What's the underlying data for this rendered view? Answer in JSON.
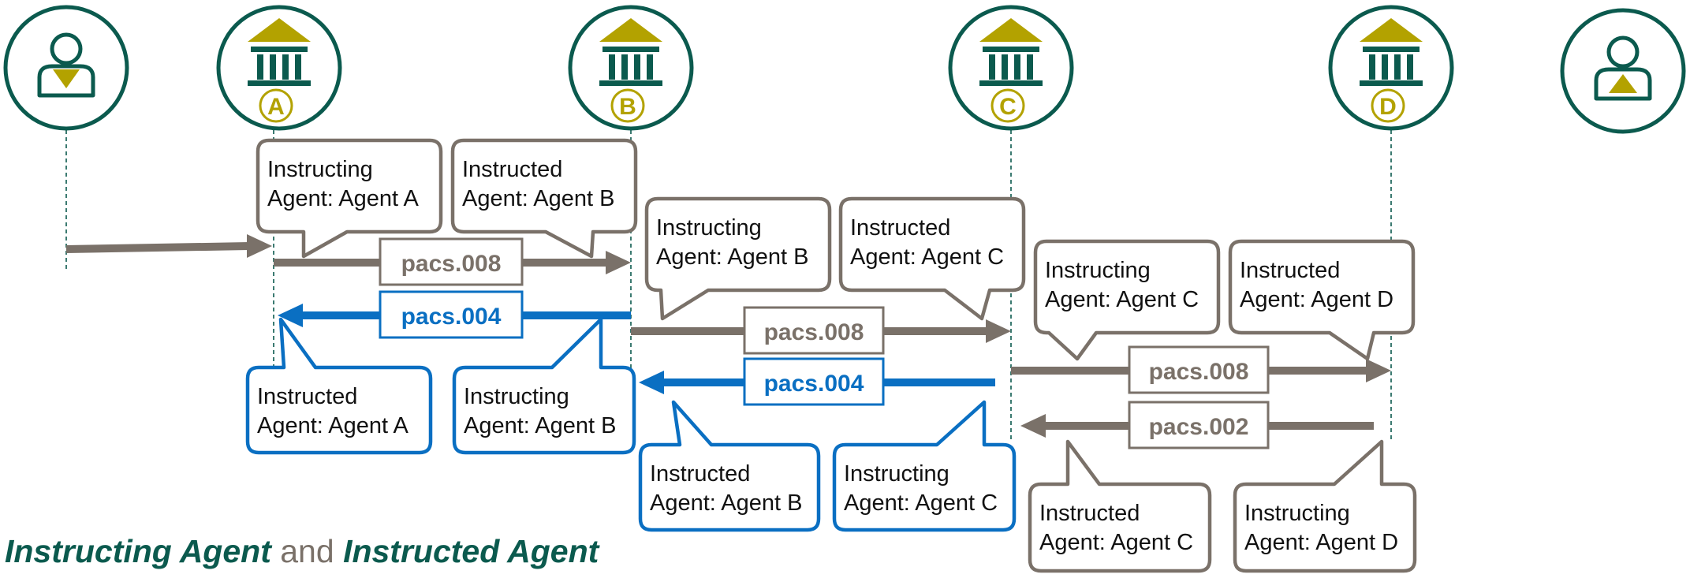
{
  "colors": {
    "teal": "#0b5a4e",
    "gold": "#b3a200",
    "grey": "#7a7169",
    "blue": "#0a6fc2"
  },
  "actors": [
    {
      "kind": "person",
      "icon": "debtor-person-icon",
      "arrow": "down"
    },
    {
      "kind": "bank",
      "icon": "bank-icon",
      "letter": "A"
    },
    {
      "kind": "bank",
      "icon": "bank-icon",
      "letter": "B"
    },
    {
      "kind": "bank",
      "icon": "bank-icon",
      "letter": "C"
    },
    {
      "kind": "bank",
      "icon": "bank-icon",
      "letter": "D"
    },
    {
      "kind": "person",
      "icon": "creditor-person-icon",
      "arrow": "up"
    }
  ],
  "messages": [
    {
      "label": "pacs.008",
      "color": "grey"
    },
    {
      "label": "pacs.004",
      "color": "blue"
    },
    {
      "label": "pacs.008",
      "color": "grey"
    },
    {
      "label": "pacs.004",
      "color": "blue"
    },
    {
      "label": "pacs.008",
      "color": "grey"
    },
    {
      "label": "pacs.002",
      "color": "grey"
    }
  ],
  "callouts": [
    {
      "lines": [
        "Instructing",
        "Agent: Agent A"
      ],
      "color": "grey"
    },
    {
      "lines": [
        "Instructed",
        "Agent: Agent B"
      ],
      "color": "grey"
    },
    {
      "lines": [
        "Instructed",
        "Agent: Agent A"
      ],
      "color": "blue"
    },
    {
      "lines": [
        "Instructing",
        "Agent: Agent B"
      ],
      "color": "blue"
    },
    {
      "lines": [
        "Instructing",
        "Agent: Agent B"
      ],
      "color": "grey"
    },
    {
      "lines": [
        "Instructed",
        "Agent: Agent C"
      ],
      "color": "grey"
    },
    {
      "lines": [
        "Instructed",
        "Agent: Agent B"
      ],
      "color": "blue"
    },
    {
      "lines": [
        "Instructing",
        "Agent: Agent C"
      ],
      "color": "blue"
    },
    {
      "lines": [
        "Instructing",
        "Agent: Agent C"
      ],
      "color": "grey"
    },
    {
      "lines": [
        "Instructed",
        "Agent: Agent D"
      ],
      "color": "grey"
    },
    {
      "lines": [
        "Instructed",
        "Agent: Agent C"
      ],
      "color": "grey"
    },
    {
      "lines": [
        "Instructing",
        "Agent: Agent D"
      ],
      "color": "grey"
    }
  ],
  "caption": {
    "part1": "Instructing Agent",
    "part2": " and ",
    "part3": "Instructed Agent"
  }
}
